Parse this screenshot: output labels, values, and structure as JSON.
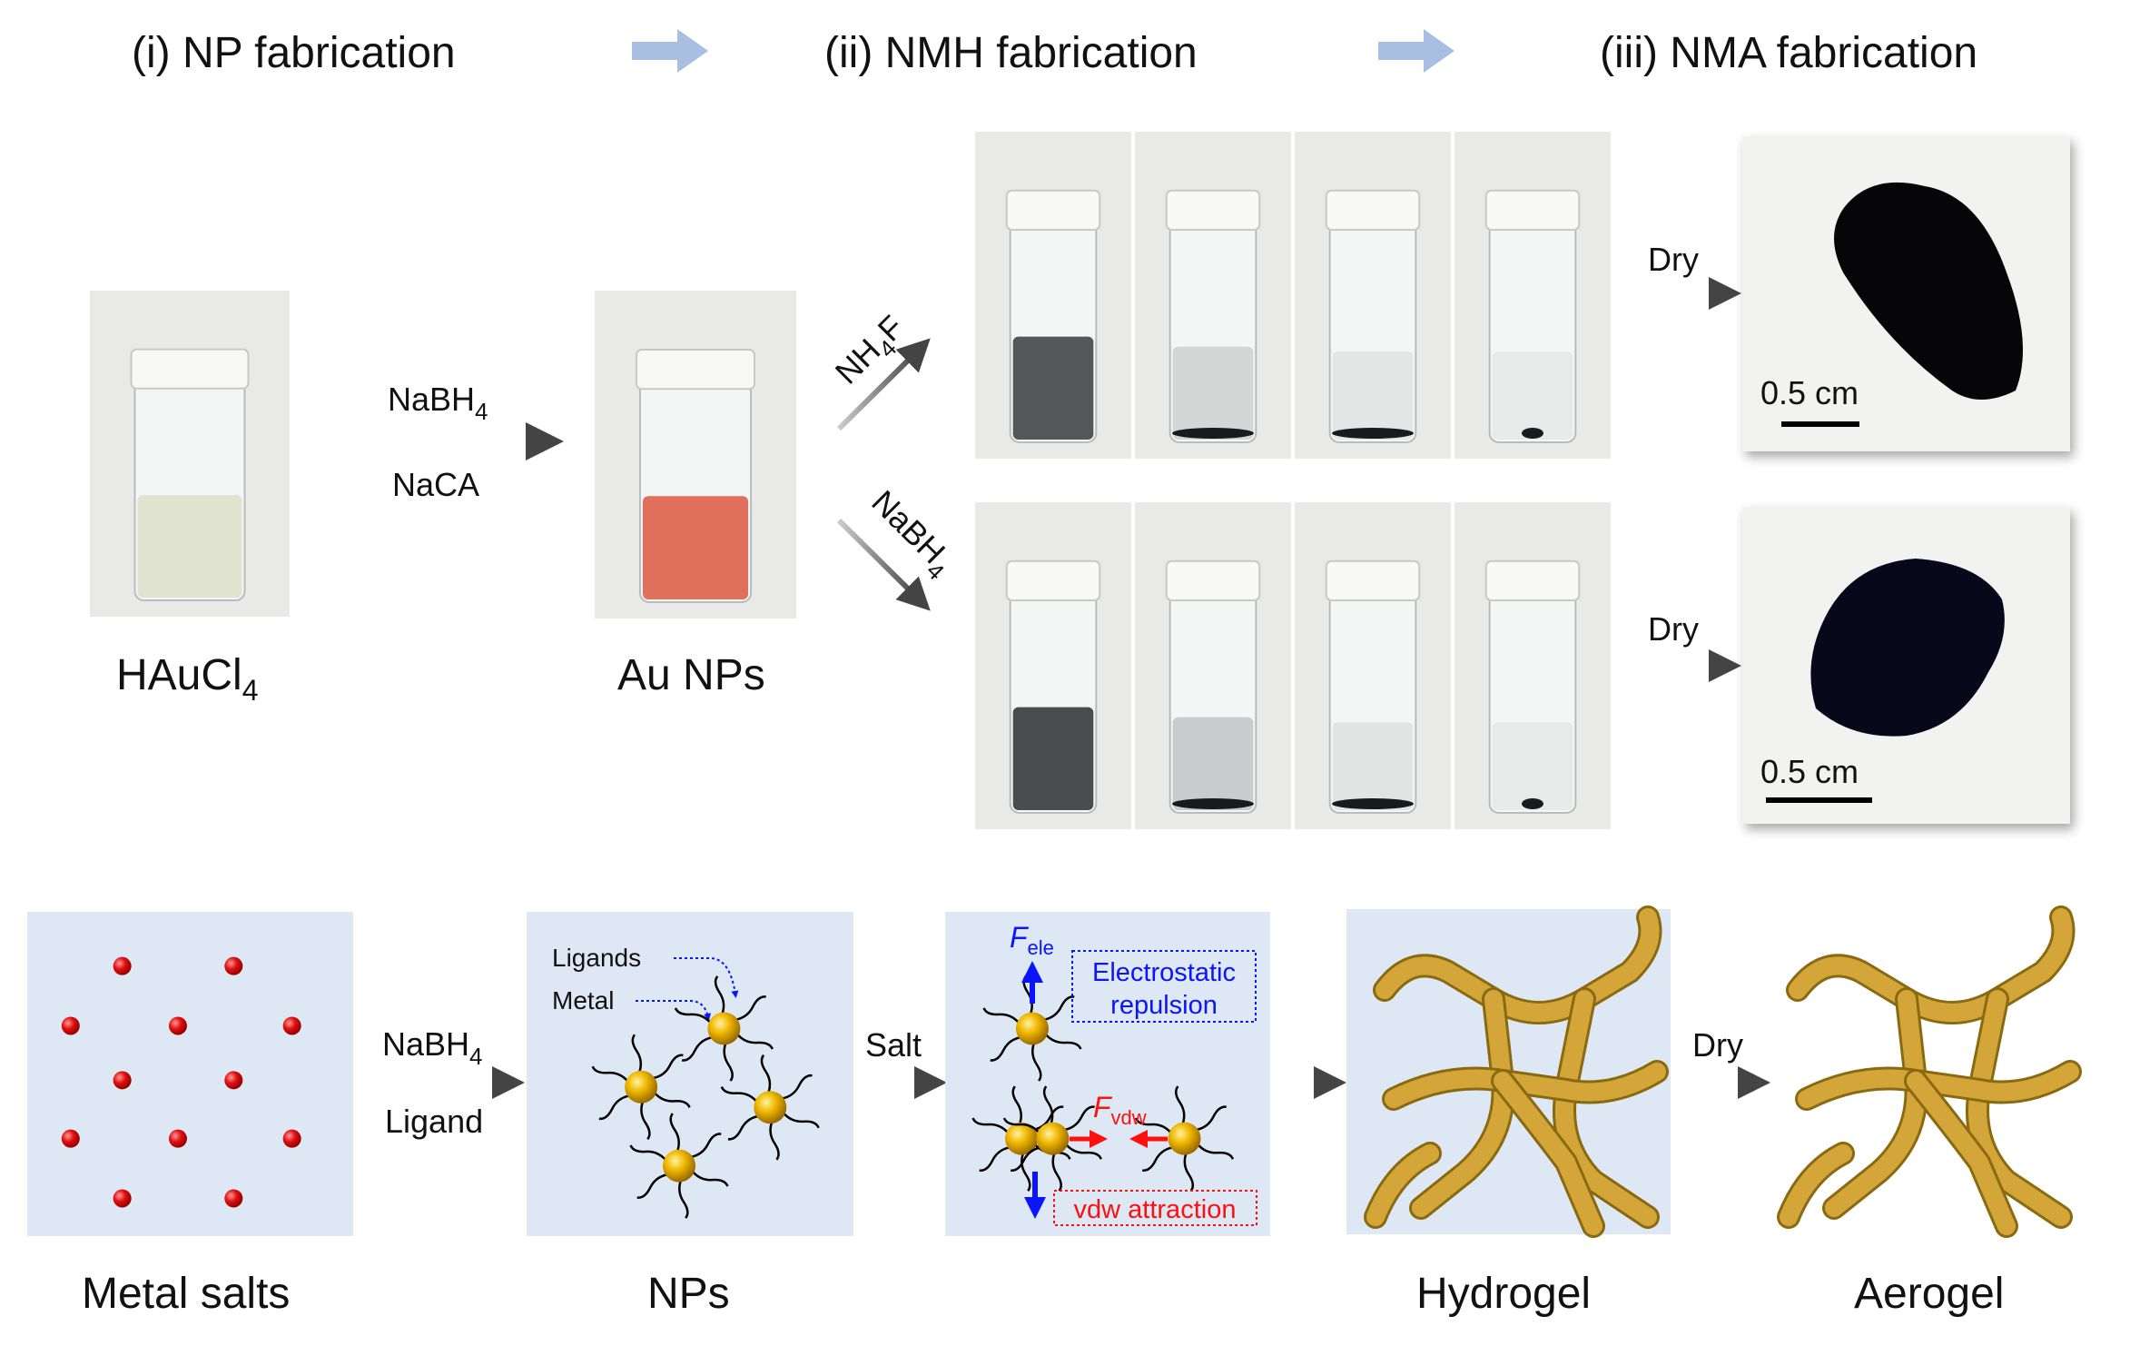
{
  "headers": {
    "step1": "(i) NP fabrication",
    "step2": "(ii) NMH fabrication",
    "step3": "(iii) NMA fabrication"
  },
  "photos": {
    "precursor_label": "HAuCl",
    "precursor_sub": "4",
    "product_label": "Au NPs",
    "reagent1": "NaBH",
    "reagent1_sub": "4",
    "reagent2": "NaCA",
    "route_top": "NH",
    "route_top_sub": "4",
    "route_top_tail": "F",
    "route_bottom": "NaBH",
    "route_bottom_sub": "4",
    "dry_top": "Dry",
    "dry_bottom": "Dry",
    "scale_top": "0.5 cm",
    "scale_bottom": "0.5 cm",
    "top_vials": [
      "#55585a",
      "#d4d6d6",
      "#e4e6e6",
      "#e8eaea"
    ],
    "bottom_vials": [
      "#4a4c4e",
      "#c9cbcc",
      "#e2e4e4",
      "#e8eaea"
    ]
  },
  "schematic": {
    "metal_salts": "Metal salts",
    "nps": "NPs",
    "hydrogel": "Hydrogel",
    "aerogel": "Aerogel",
    "reagent1": "NaBH",
    "reagent1_sub": "4",
    "reagent2": "Ligand",
    "salt": "Salt",
    "dry": "Dry",
    "ligands_callout": "Ligands",
    "metal_callout": "Metal",
    "f_ele": "F",
    "f_ele_sub": "ele",
    "f_vdw": "F",
    "f_vdw_sub": "vdw",
    "electrostatic_1": "Electrostatic",
    "electrostatic_2": "repulsion",
    "vdw_attraction": "vdw attraction"
  },
  "colors": {
    "panel_bg": "#dde8f4",
    "arrow_header": "#a9bfe2",
    "gold": "#e0a800",
    "red_dot": "#e01010",
    "blue": "#0a14ff",
    "red": "#ff1010"
  }
}
